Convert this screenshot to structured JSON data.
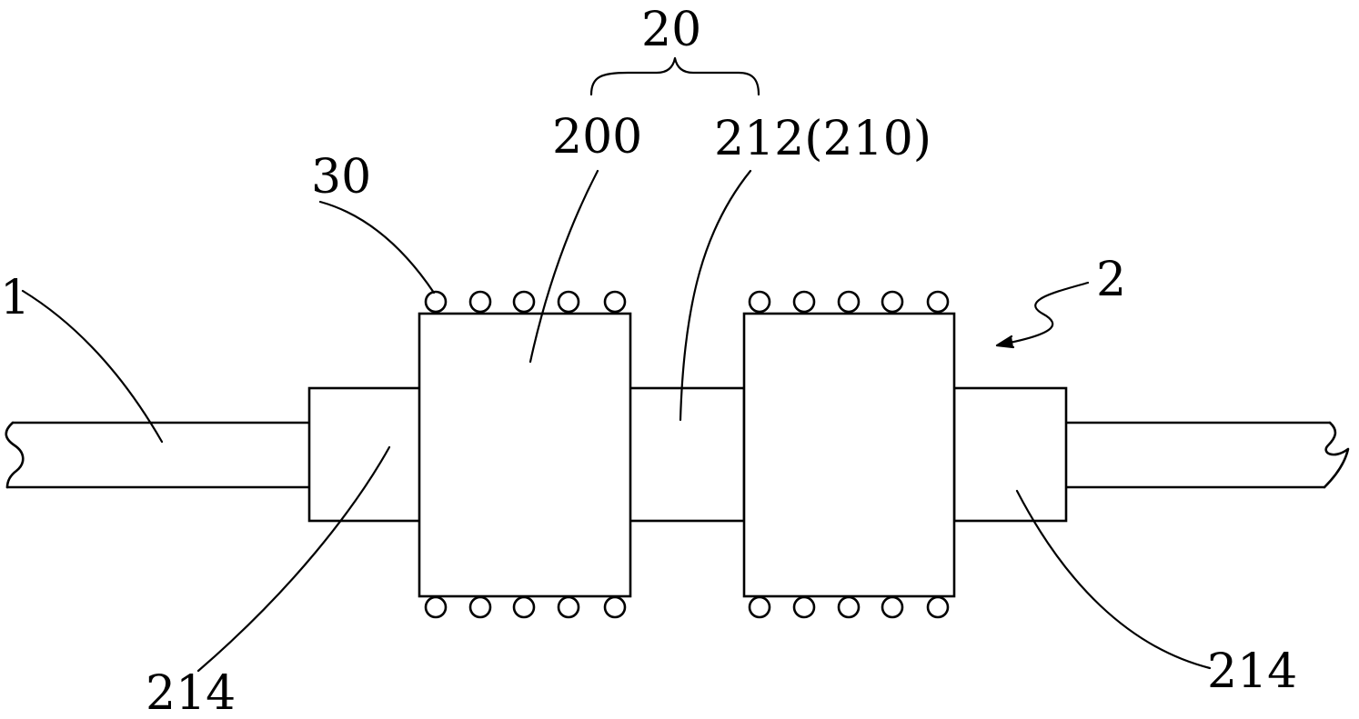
{
  "labels": {
    "wire": "1",
    "device": "2",
    "group": "20",
    "core": "200",
    "sleeve": "212(210)",
    "balls": "30",
    "end_left": "214",
    "end_right": "214"
  },
  "colors": {
    "line": "#000000",
    "background": "#ffffff"
  }
}
